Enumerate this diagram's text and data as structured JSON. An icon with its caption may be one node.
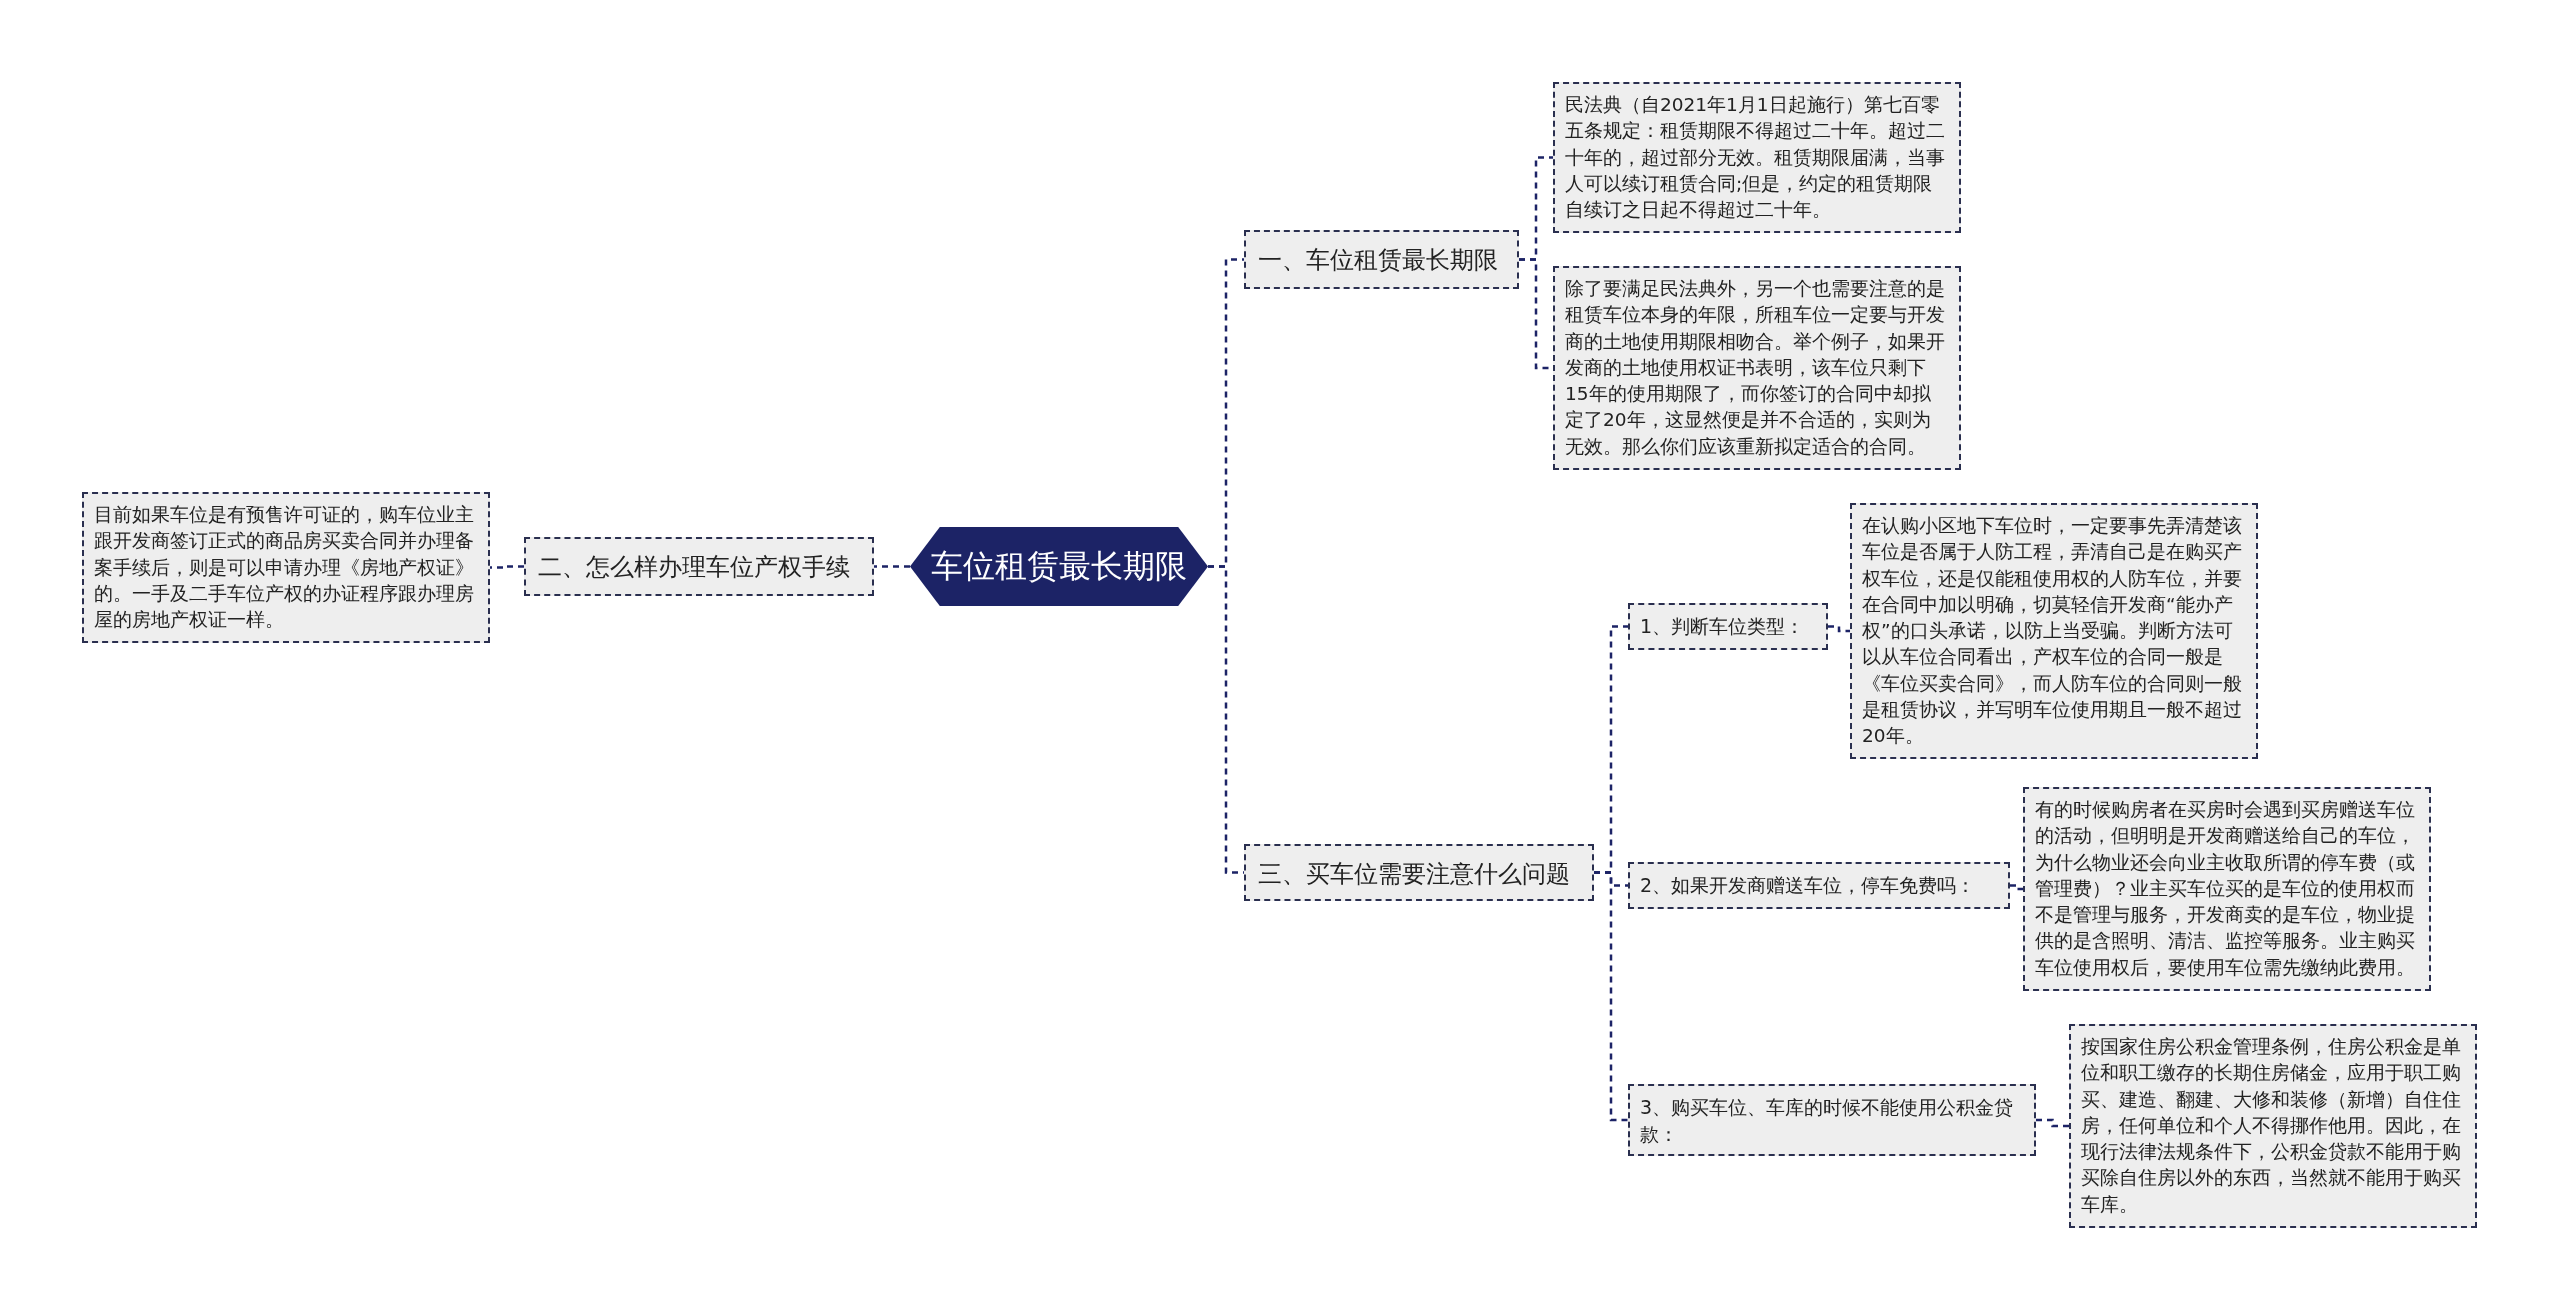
{
  "diagram": {
    "nodes": [
      {
        "text": [
          "车位租赁最长期限"
        ]
      },
      {
        "text": [
          "一、车位租赁最长期限"
        ]
      },
      {
        "text": [
          "民法典（自2021年1月1日起施行）第七百零五条规定：租赁期限不得超过二十年。超过二十年的，超过部分无效。租赁期限届满，当事人可以续订租赁合同;但是，约定的租赁期限自续订之日起不得超过二十年。"
        ]
      },
      {
        "text": [
          "除了要满足民法典外，另一个也需要注意的是租赁车位本身的年限，所租车位一定要与开发商的土地使用期限相吻合。举个例子，如果开发商的土地使用权证书表明，该车位只剩下15年的使用期限了，而你签订的合同中却拟定了20年，这显然便是并不合适的，实则为无效。那么你们应该重新拟定适合的合同。"
        ]
      },
      {
        "text": [
          "二、怎么样办理车位产权手续"
        ]
      },
      {
        "text": [
          "目前如果车位是有预售许可证的，购车位业主跟开发商签订正式的商品房买卖合同并办理备案手续后，则是可以申请办理《房地产权证》的。一手及二手车位产权的办证程序跟办理房屋的房地产权证一样。"
        ]
      },
      {
        "text": [
          "三、买车位需要注意什么问题"
        ]
      },
      {
        "text": [
          "1、判断车位类型："
        ]
      },
      {
        "text": [
          "在认购小区地下车位时，一定要事先弄清楚该车位是否属于人防工程，弄清自己是在购买产权车位，还是仅能租使用权的人防车位，并要在合同中加以明确，切莫轻信开发商“能办产权”的口头承诺，以防上当受骗。判断方法可以从车位合同看出，产权车位的合同一般是《车位买卖合同》，而人防车位的合同则一般是租赁协议，并写明车位使用期且一般不超过20年。"
        ]
      },
      {
        "text": [
          "2、如果开发商赠送车位，停车免费吗："
        ]
      },
      {
        "text": [
          "有的时候购房者在买房时会遇到买房赠送车位的活动，但明明是开发商赠送给自己的车位，为什么物业还会向业主收取所谓的停车费（或管理费）？业主买车位买的是车位的使用权而不是管理与服务，开发商卖的是车位，物业提供的是含照明、清洁、监控等服务。业主购买车位使用权后，要使用车位需先缴纳此费用。"
        ]
      },
      {
        "text": [
          "3、购买车位、车库的时候不能使用公积金贷款："
        ]
      },
      {
        "text": [
          "按国家住房公积金管理条例，住房公积金是单位和职工缴存的长期住房储金，应用于职工购买、建造、翻建、大修和装修（新增）自住住房，任何单位和个人不得挪作他用。因此，在现行法律法规条件下，公积金贷款不能用于购买除自住房以外的东西，当然就不能用于购买车库。"
        ]
      }
    ],
    "edges": [
      {
        "from": 0,
        "to": 1,
        "arrow": "none"
      },
      {
        "from": 0,
        "to": 4,
        "arrow": "none"
      },
      {
        "from": 0,
        "to": 6,
        "arrow": "none"
      },
      {
        "from": 1,
        "to": 2,
        "arrow": "none"
      },
      {
        "from": 1,
        "to": 3,
        "arrow": "none"
      },
      {
        "from": 4,
        "to": 5,
        "arrow": "none"
      },
      {
        "from": 6,
        "to": 7,
        "arrow": "none"
      },
      {
        "from": 6,
        "to": 9,
        "arrow": "none"
      },
      {
        "from": 6,
        "to": 11,
        "arrow": "none"
      },
      {
        "from": 7,
        "to": 8,
        "arrow": "none"
      },
      {
        "from": 9,
        "to": 10,
        "arrow": "none"
      },
      {
        "from": 11,
        "to": 12,
        "arrow": "none"
      }
    ]
  }
}
